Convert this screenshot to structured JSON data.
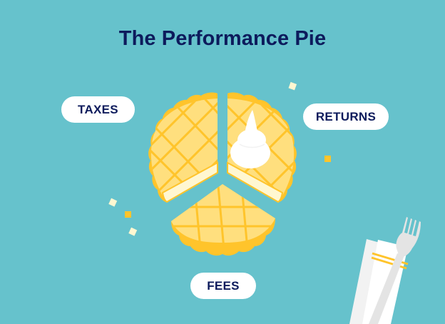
{
  "title": "The Performance Pie",
  "labels": {
    "taxes": "TAXES",
    "returns": "RETURNS",
    "fees": "FEES"
  },
  "colors": {
    "background": "#66c2cc",
    "title_text": "#0d1b5c",
    "label_bg": "#ffffff",
    "crust": "#ffc42b",
    "filling": "#ffdf7e",
    "crust_edge": "#fff7d1",
    "cream": "#ffffff",
    "napkin": "#ffffff",
    "fork": "#e4e4e4"
  },
  "illustration": {
    "slices": [
      "taxes",
      "returns",
      "fees"
    ],
    "decorations": [
      "confetti",
      "whipped-cream",
      "fork",
      "napkin"
    ]
  }
}
